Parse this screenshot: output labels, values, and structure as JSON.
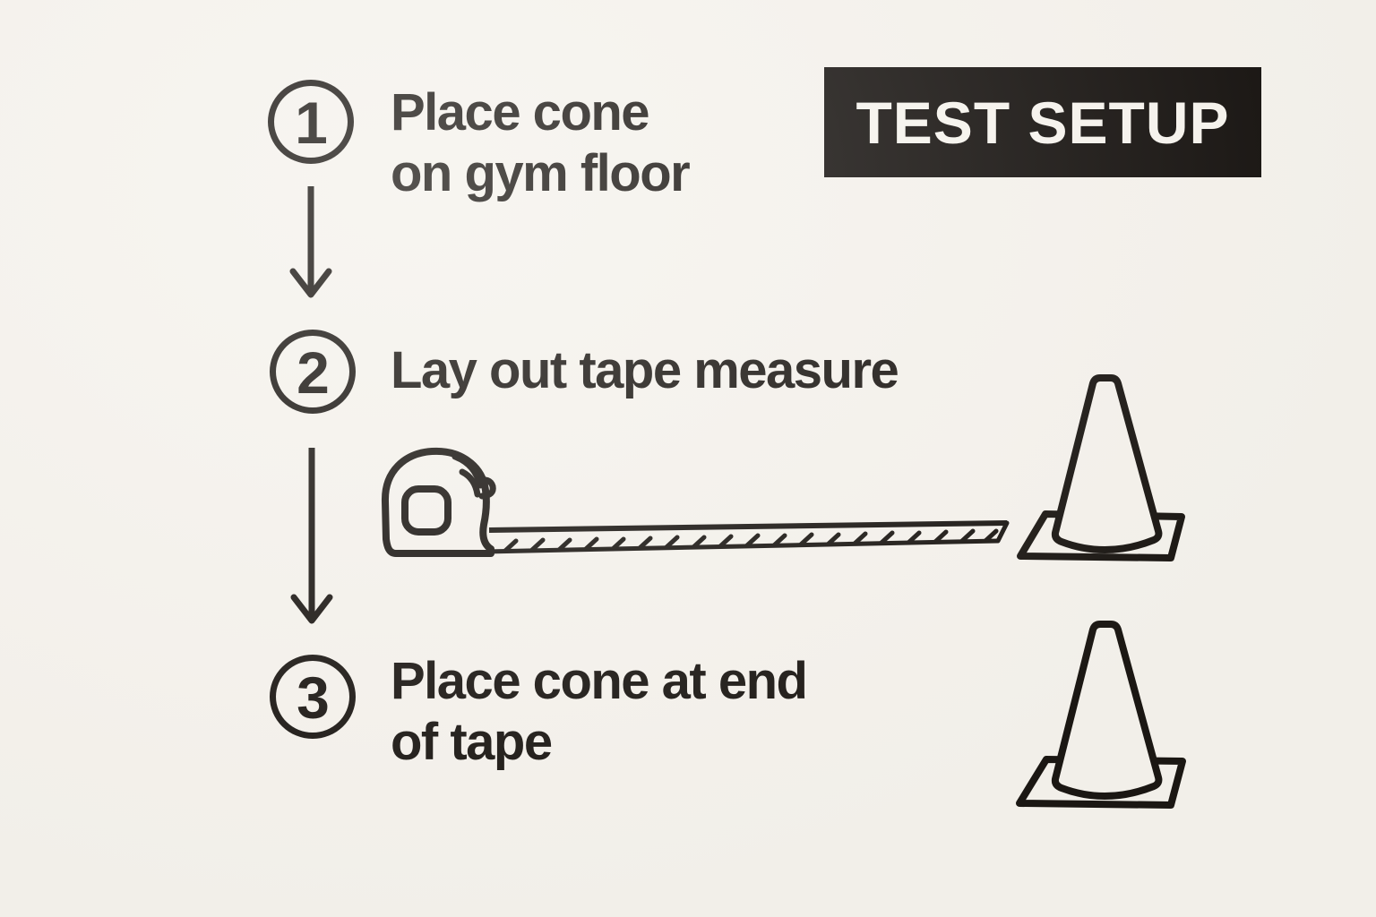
{
  "canvas": {
    "background": "#f5f2ec",
    "ink": "#1b1713"
  },
  "title_badge": {
    "label": "TEST SETUP",
    "background": "#171310",
    "text_color": "#f7f4ee"
  },
  "steps": [
    {
      "number": "1",
      "line1": "Place cone",
      "line2": "on gym floor"
    },
    {
      "number": "2",
      "line1": "Lay out tape measure",
      "line2": ""
    },
    {
      "number": "3",
      "line1": "Place cone at end",
      "line2": "of tape"
    }
  ],
  "illustrations": {
    "tape_measure": "tape-measure-icon",
    "middle_cone": "traffic-cone-icon",
    "bottom_cone": "traffic-cone-icon",
    "arrow_step1_to_2": "down-arrow-icon",
    "arrow_step2_to_3": "down-arrow-icon"
  }
}
